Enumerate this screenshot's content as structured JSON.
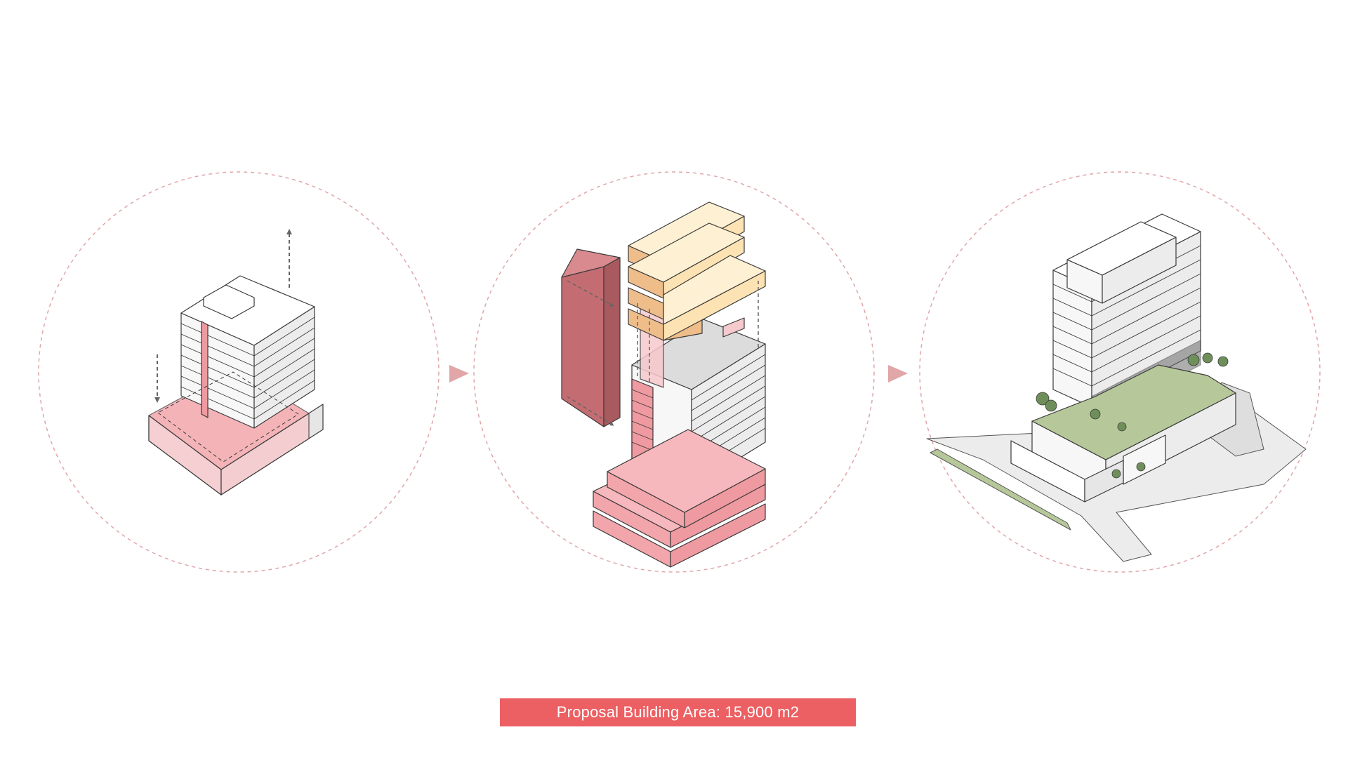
{
  "caption": {
    "text": "Proposal Building Area: 15,900 m2",
    "background": "#ec5f62",
    "text_color": "#ffffff"
  },
  "palette": {
    "circle_outline": "#e0a6a8",
    "step_arrow": "#e0a6a8",
    "pink": "#ef9aa0",
    "pink_dark": "#c36d72",
    "pink_light": "#f6c9cd",
    "yellow": "#fde3b3",
    "orange": "#efbd8a",
    "roof_green": "#b6c89a",
    "tree_green": "#6f8f5a",
    "line": "#3a3a3a",
    "guide_arrow": "#666666"
  },
  "steps": [
    {
      "step_icon": "existing-massing-with-extension-arrows"
    },
    {
      "step_icon": "exploded-massing-reorganization"
    },
    {
      "step_icon": "final-proposal-with-green-roof"
    }
  ],
  "transitions": [
    {
      "icon": "triangle-arrow-right-icon"
    },
    {
      "icon": "triangle-arrow-right-icon"
    }
  ]
}
